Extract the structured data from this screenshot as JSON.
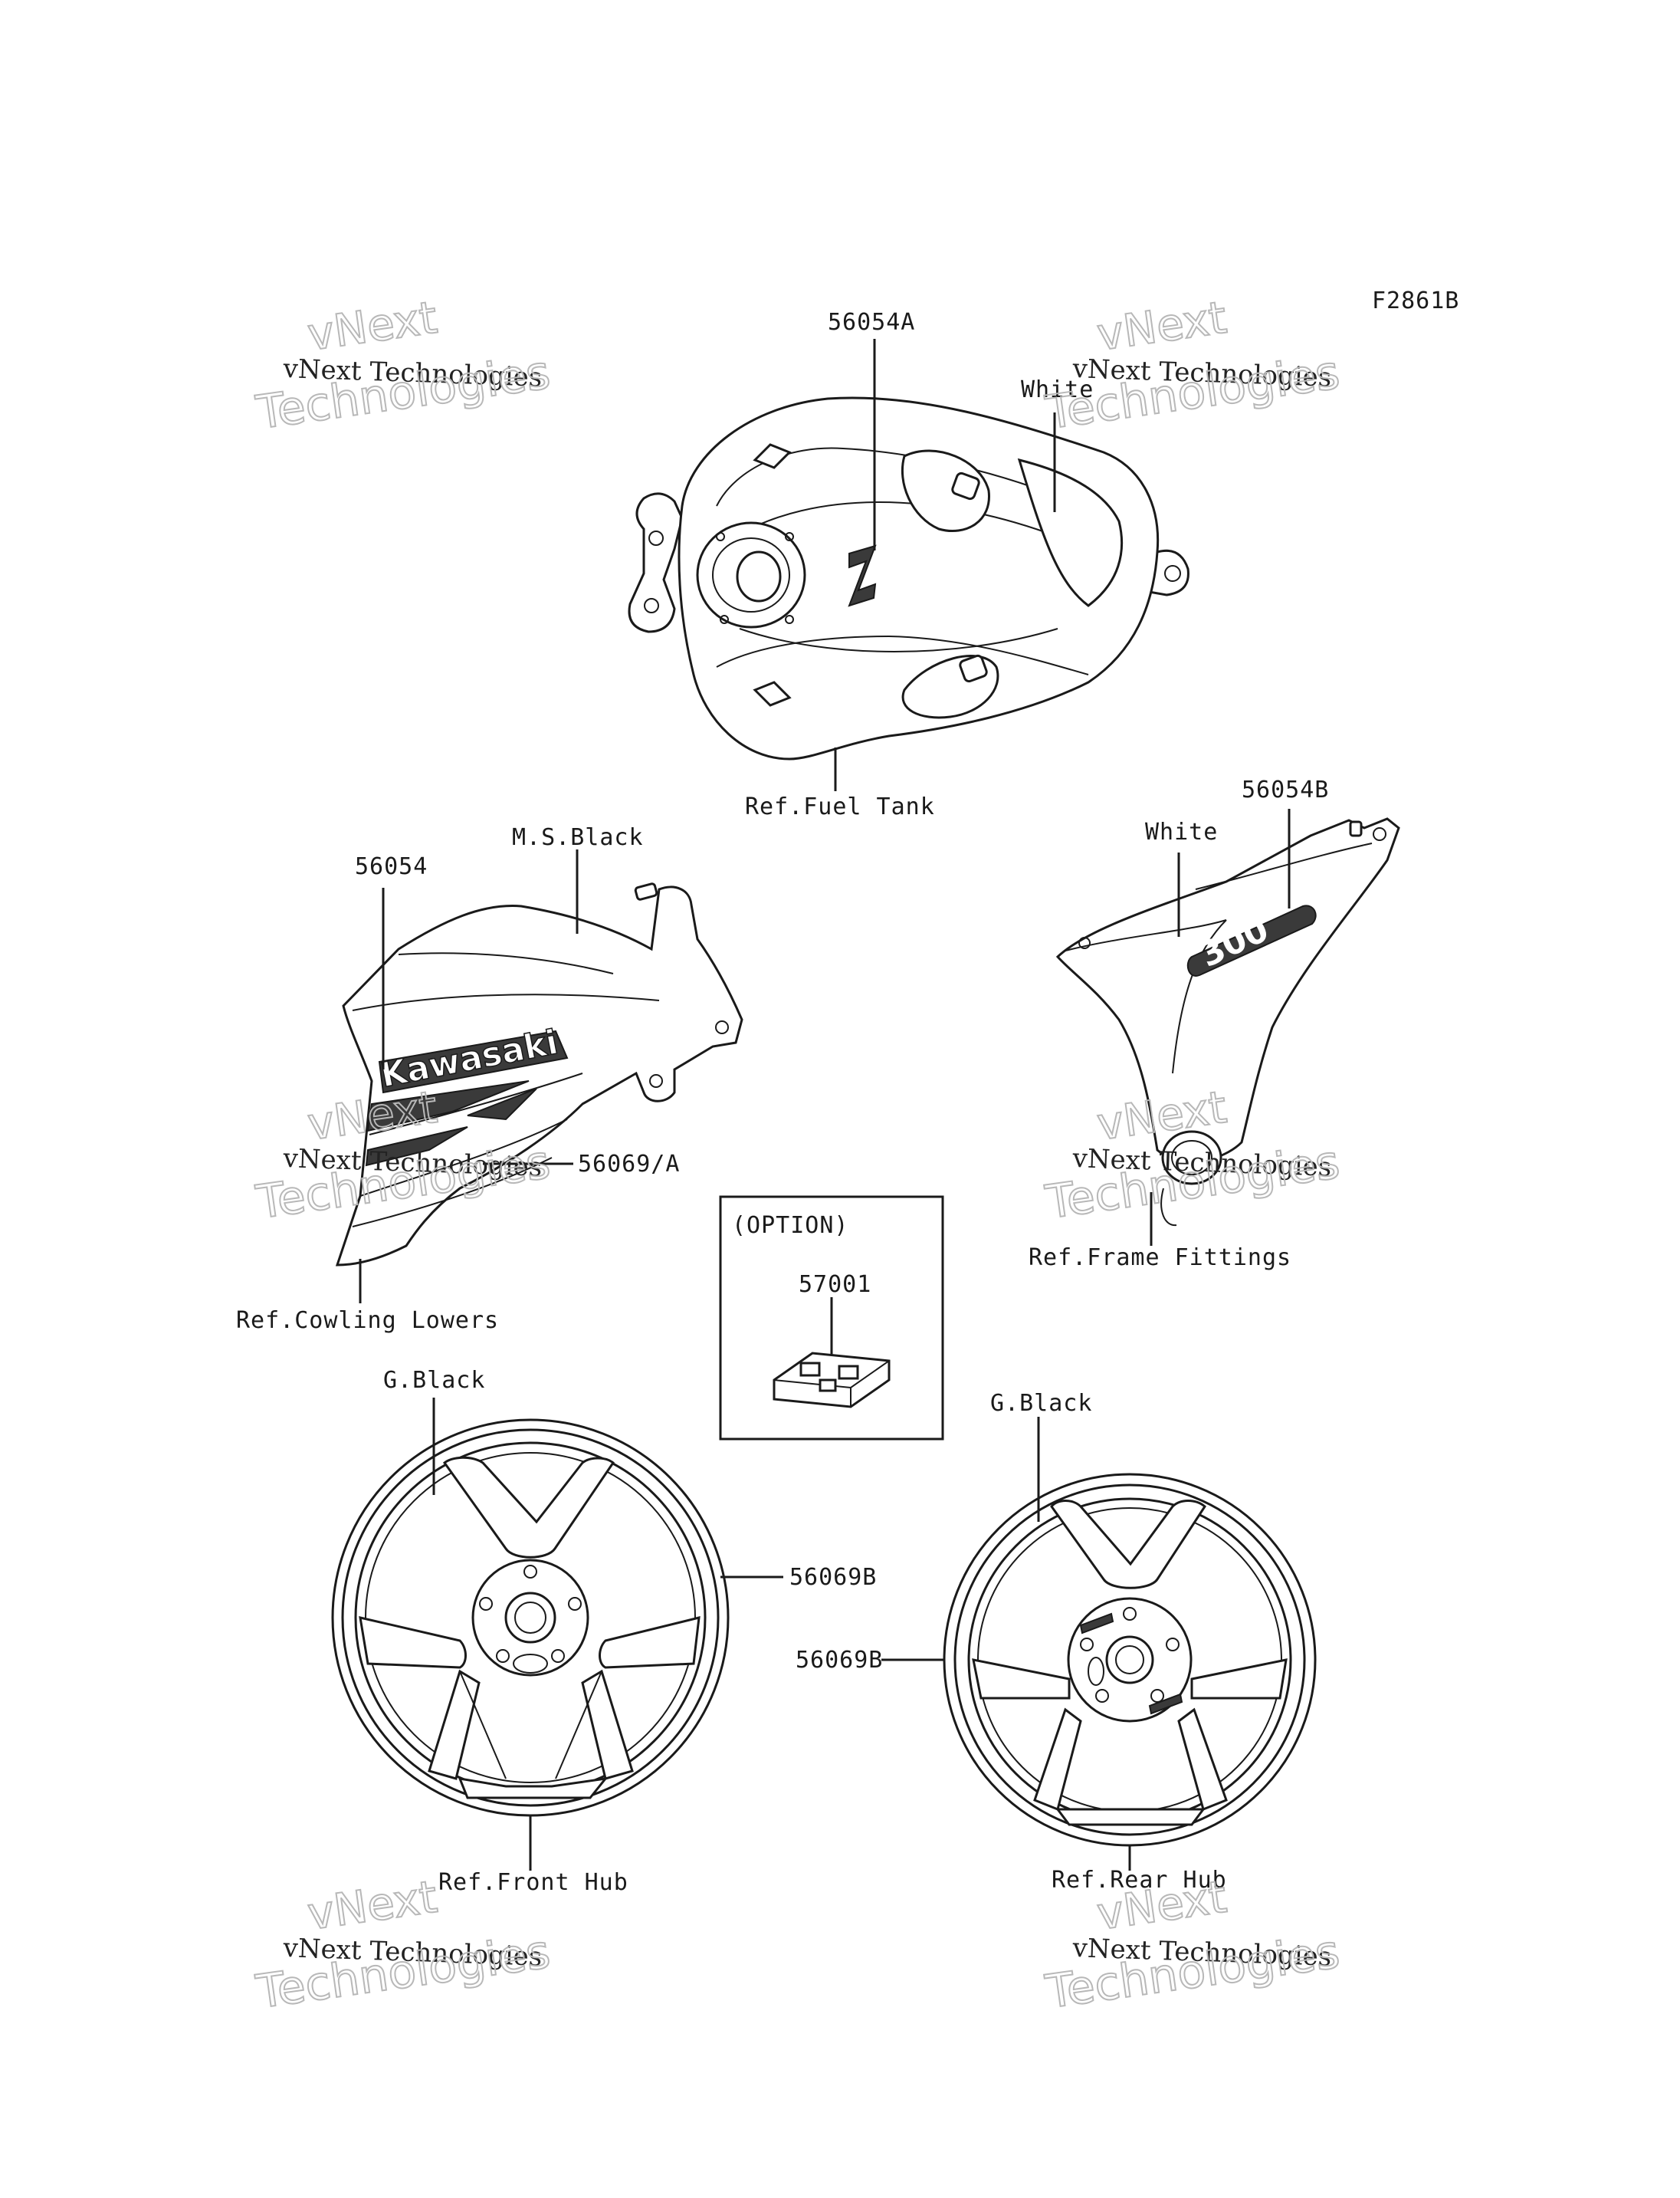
{
  "figure_id": "F2861B",
  "labels": {
    "tank_part": "56054A",
    "tank_color": "White",
    "tank_ref": "Ref.Fuel Tank",
    "cowl_part": "56054",
    "cowl_color": "M.S.Black",
    "cowl_part2": "56069/A",
    "cowl_ref": "Ref.Cowling Lowers",
    "side_part": "56054B",
    "side_color": "White",
    "side_ref": "Ref.Frame Fittings",
    "option_title": "(OPTION)",
    "option_part": "57001",
    "front_color": "G.Black",
    "front_part": "56069B",
    "front_ref": "Ref.Front Hub",
    "rear_color": "G.Black",
    "rear_part": "56069B",
    "rear_ref": "Ref.Rear Hub"
  },
  "decal_text": {
    "brand": "Kawasaki",
    "model": "Z",
    "side_number": "300"
  },
  "watermark": {
    "line_small": "vNext Technologies",
    "line_top": "vNext",
    "line_big": "Technologies"
  }
}
